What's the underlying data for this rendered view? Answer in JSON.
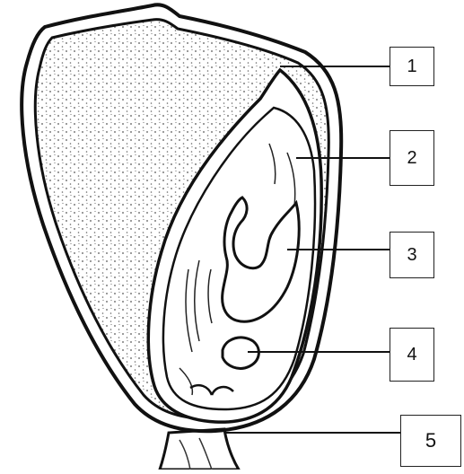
{
  "diagram": {
    "labels": [
      {
        "id": "1",
        "text": "1"
      },
      {
        "id": "2",
        "text": "2"
      },
      {
        "id": "3",
        "text": "3"
      },
      {
        "id": "4",
        "text": "4"
      },
      {
        "id": "5",
        "text": "5"
      }
    ]
  }
}
